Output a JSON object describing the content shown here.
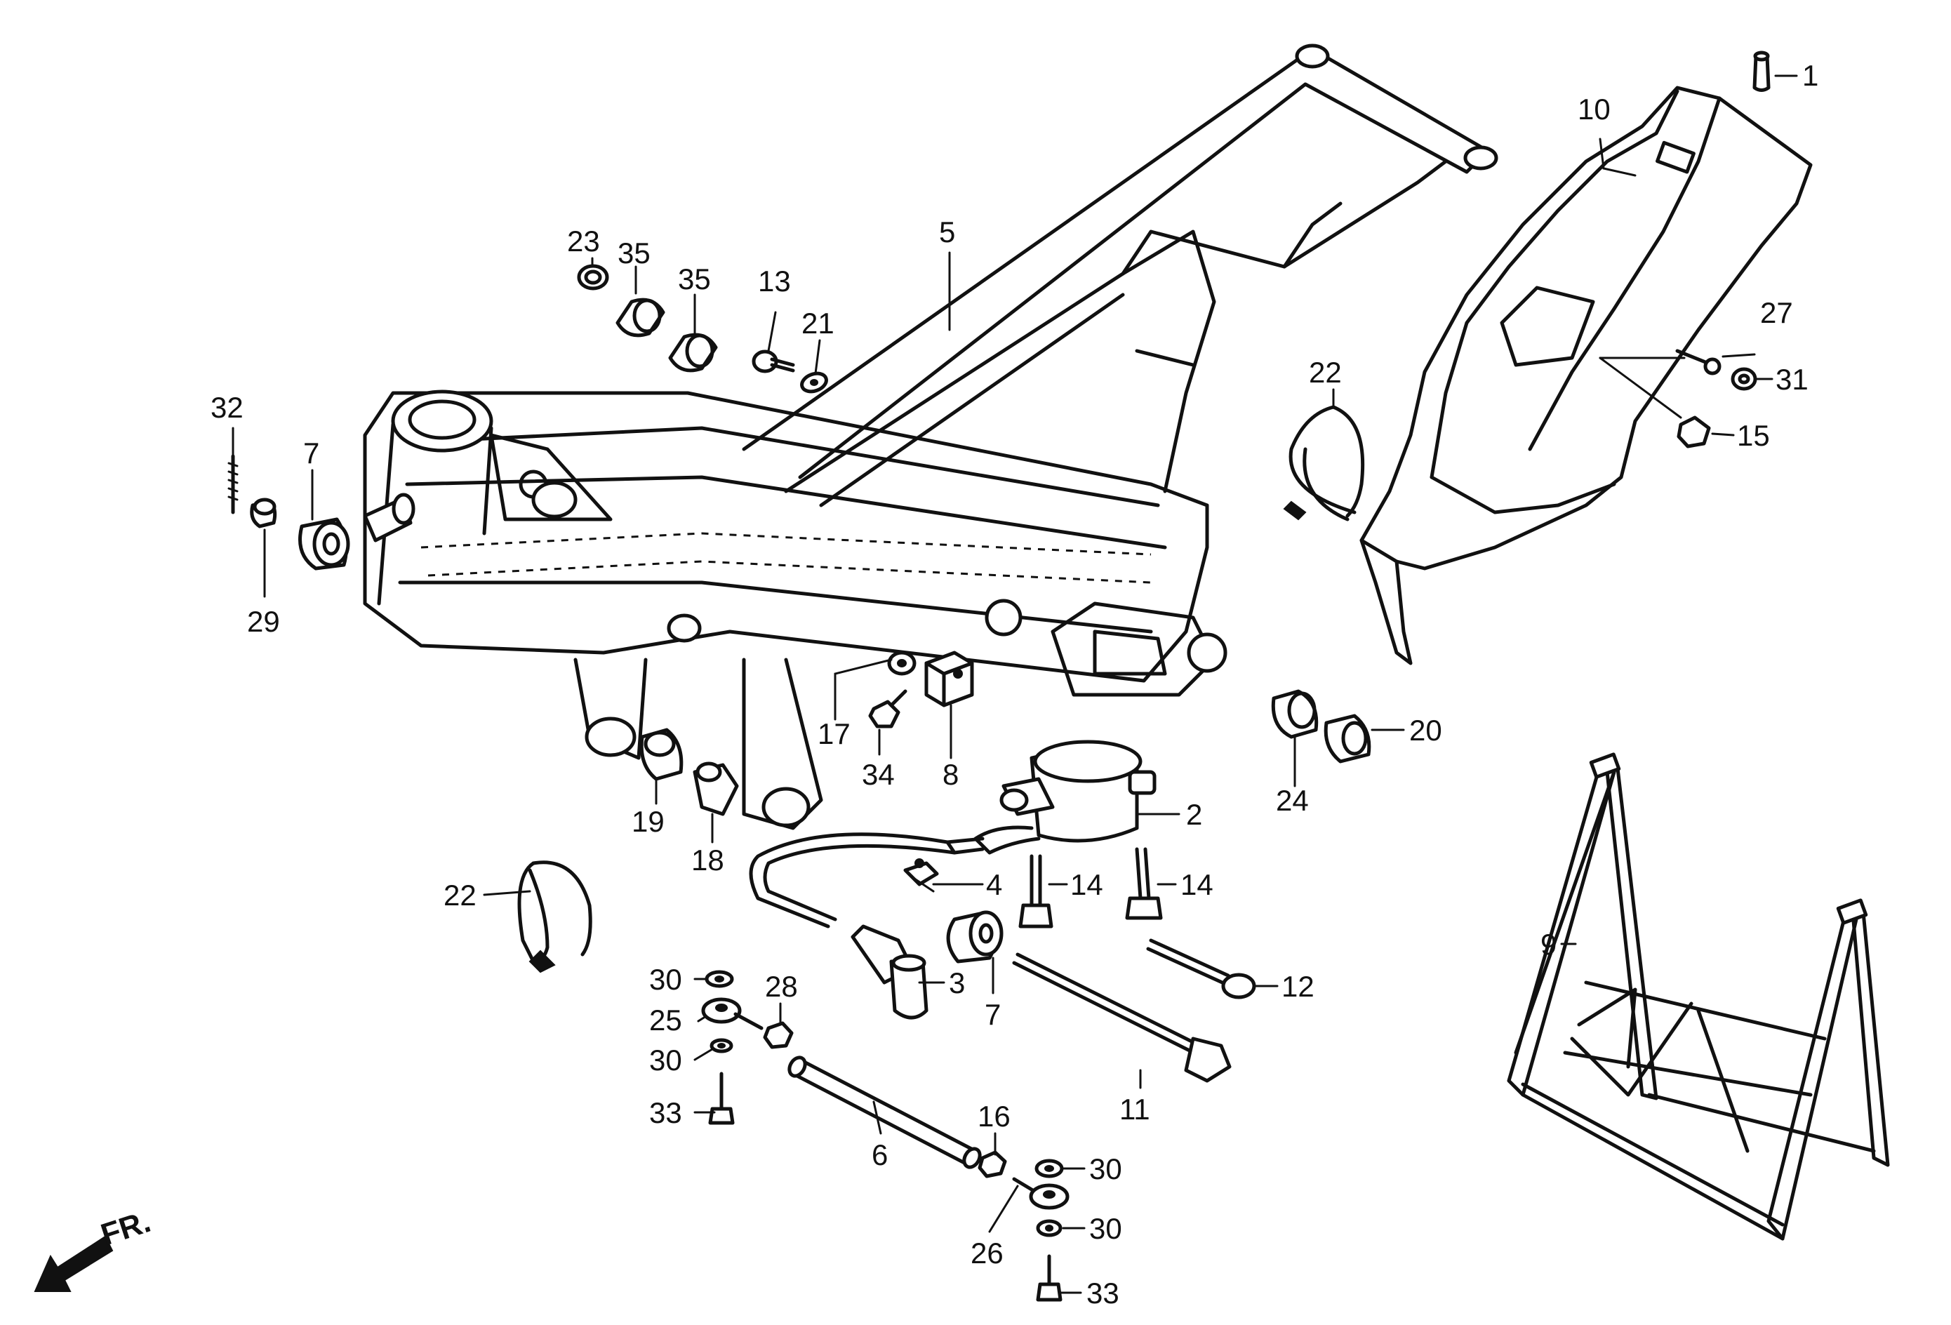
{
  "direction_label": "FR.",
  "callouts": [
    {
      "id": "c1",
      "text": "1"
    },
    {
      "id": "c10",
      "text": "10"
    },
    {
      "id": "c5",
      "text": "5"
    },
    {
      "id": "c23",
      "text": "23"
    },
    {
      "id": "c35a",
      "text": "35"
    },
    {
      "id": "c35b",
      "text": "35"
    },
    {
      "id": "c13",
      "text": "13"
    },
    {
      "id": "c21",
      "text": "21"
    },
    {
      "id": "c27",
      "text": "27"
    },
    {
      "id": "c31",
      "text": "31"
    },
    {
      "id": "c15",
      "text": "15"
    },
    {
      "id": "c22a",
      "text": "22"
    },
    {
      "id": "c32",
      "text": "32"
    },
    {
      "id": "c7a",
      "text": "7"
    },
    {
      "id": "c29",
      "text": "29"
    },
    {
      "id": "c17",
      "text": "17"
    },
    {
      "id": "c34",
      "text": "34"
    },
    {
      "id": "c8",
      "text": "8"
    },
    {
      "id": "c24",
      "text": "24"
    },
    {
      "id": "c20",
      "text": "20"
    },
    {
      "id": "c2",
      "text": "2"
    },
    {
      "id": "c19",
      "text": "19"
    },
    {
      "id": "c18",
      "text": "18"
    },
    {
      "id": "c22b",
      "text": "22"
    },
    {
      "id": "c4",
      "text": "4"
    },
    {
      "id": "c14a",
      "text": "14"
    },
    {
      "id": "c14b",
      "text": "14"
    },
    {
      "id": "c9",
      "text": "9"
    },
    {
      "id": "c3",
      "text": "3"
    },
    {
      "id": "c7b",
      "text": "7"
    },
    {
      "id": "c12",
      "text": "12"
    },
    {
      "id": "c30a",
      "text": "30"
    },
    {
      "id": "c28",
      "text": "28"
    },
    {
      "id": "c25",
      "text": "25"
    },
    {
      "id": "c30b",
      "text": "30"
    },
    {
      "id": "c11",
      "text": "11"
    },
    {
      "id": "c33a",
      "text": "33"
    },
    {
      "id": "c16",
      "text": "16"
    },
    {
      "id": "c30c",
      "text": "30"
    },
    {
      "id": "c6",
      "text": "6"
    },
    {
      "id": "c30d",
      "text": "30"
    },
    {
      "id": "c26",
      "text": "26"
    },
    {
      "id": "c33b",
      "text": "33"
    }
  ]
}
